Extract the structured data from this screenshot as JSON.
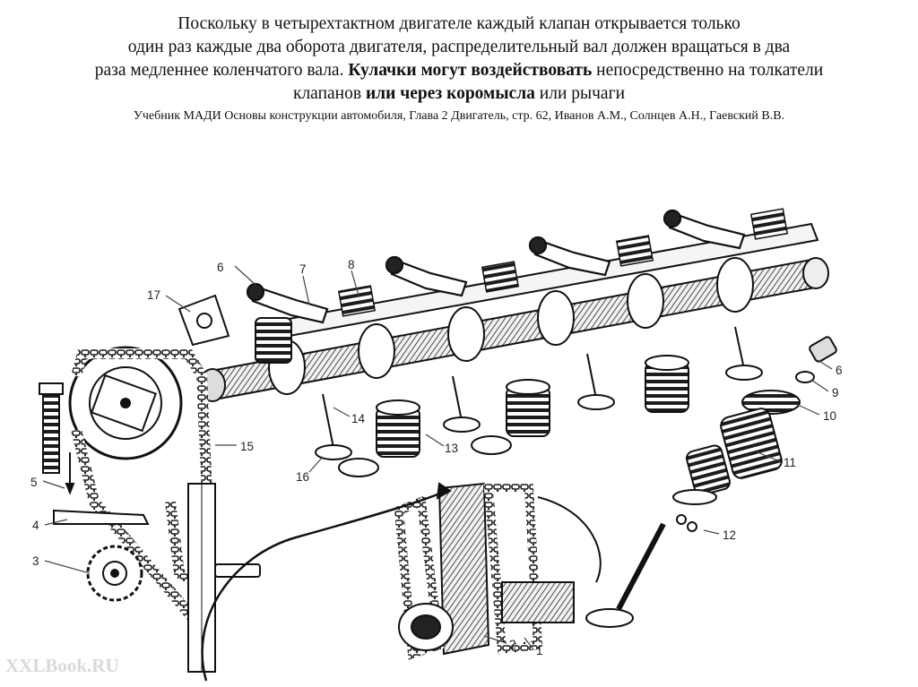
{
  "caption": {
    "line1": "Поскольку в четырехтактном двигателе каждый клапан открывается только",
    "line2": "один раз каждые два оборота двигателя, распределительный вал должен вращаться в два",
    "line3_a": "раза медленнее коленчатого вала. ",
    "line3_b": "Кулачки могут воздействовать",
    "line3_c": " непосредственно на толкатели",
    "line4_a": "клапанов ",
    "line4_b": "или через коромысла",
    "line4_c": " или рычаги",
    "source": "Учебник МАДИ Основы конструкции автомобиля,  Глава 2 Двигатель,  стр. 62,  Иванов А.М., Солнцев А.Н., Гаевский В.В."
  },
  "figure": {
    "labels": {
      "n1": "1",
      "n2": "2",
      "n3": "3",
      "n4": "4",
      "n5": "5",
      "n6a": "6",
      "n6b": "6",
      "n7": "7",
      "n8": "8",
      "n9": "9",
      "n10": "10",
      "n11": "11",
      "n12": "12",
      "n13": "13",
      "n14": "14",
      "n15": "15",
      "n16": "16",
      "n17": "17"
    },
    "watermark": "XXLBook.RU"
  }
}
